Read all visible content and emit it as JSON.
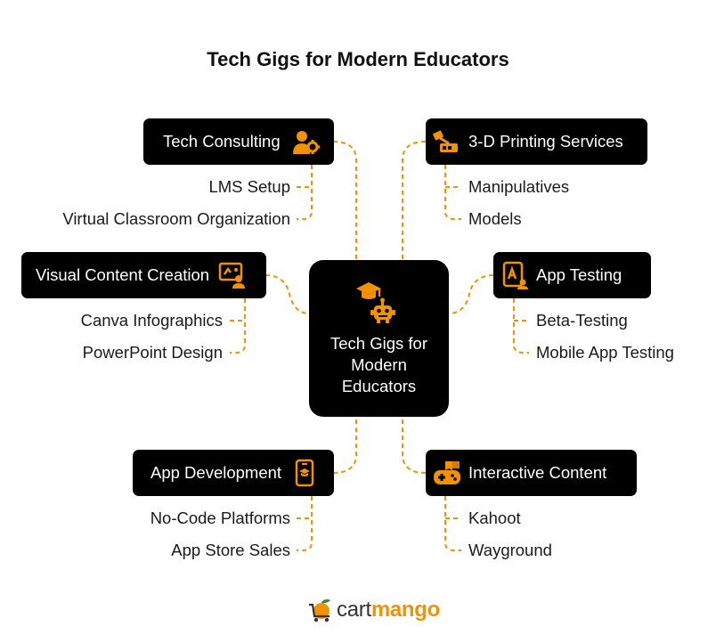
{
  "title": "Tech Gigs for Modern Educators",
  "accent_color": "#f39200",
  "center": {
    "text": "Tech Gigs for Modern Educators",
    "icon": "graduation-robot-icon"
  },
  "categories": {
    "tech_consulting": {
      "label": "Tech Consulting",
      "icon": "user-gear-icon",
      "items": [
        "LMS Setup",
        "Virtual Classroom Organization"
      ]
    },
    "printing": {
      "label": "3-D Printing Services",
      "icon": "printer-icon",
      "items": [
        "Manipulatives",
        "Models"
      ]
    },
    "visual": {
      "label": "Visual Content Creation",
      "icon": "presentation-icon",
      "items": [
        "Canva Infographics",
        "PowerPoint Design"
      ]
    },
    "app_testing": {
      "label": "App Testing",
      "icon": "app-check-icon",
      "items": [
        "Beta-Testing",
        "Mobile App Testing"
      ]
    },
    "app_dev": {
      "label": "App Development",
      "icon": "mobile-icon",
      "items": [
        "No-Code Platforms",
        "App Store Sales"
      ]
    },
    "interactive": {
      "label": "Interactive Content",
      "icon": "gamepad-book-icon",
      "items": [
        "Kahoot",
        "Wayground"
      ]
    }
  },
  "logo": {
    "part1": "cart",
    "part2": "mango"
  }
}
